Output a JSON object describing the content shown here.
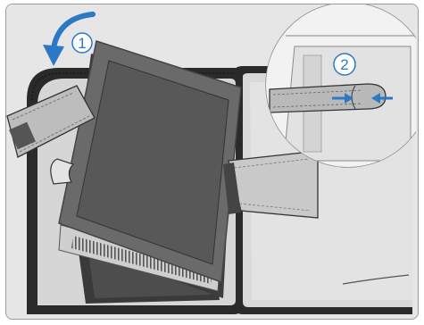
{
  "steps": [
    {
      "label": "1"
    },
    {
      "label": "2"
    }
  ],
  "colors": {
    "accent": "#2b79c2",
    "background": "#e6e6e6",
    "case_shell": "#2a2a2a",
    "case_lining": "#d7d7d7",
    "tablet_bezel": "#6a6a6a",
    "tablet_screen": "#5c5c5c",
    "strap": "#bdbdbd"
  },
  "icons": [
    "curved-arrow-icon",
    "inward-arrows-icon",
    "magnifier-callout"
  ]
}
